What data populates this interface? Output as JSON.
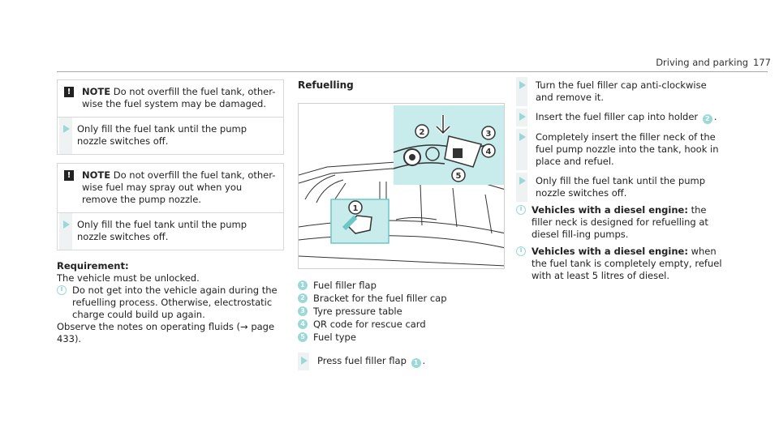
{
  "header": {
    "section": "Driving and parking",
    "page": "177"
  },
  "notes": [
    {
      "label": "NOTE",
      "text": "Do not overfill the fuel tank, other-wise the fuel system may be damaged.",
      "step": "Only fill the fuel tank until the pump nozzle switches off."
    },
    {
      "label": "NOTE",
      "text": "Do not overfill the fuel tank, other-wise fuel may spray out when you remove the pump nozzle.",
      "step": "Only fill the fuel tank until the pump nozzle switches off."
    }
  ],
  "requirement": {
    "heading": "Requirement:",
    "line": "The vehicle must be unlocked.",
    "info": "Do not get into the vehicle again during the refuelling process. Otherwise, electrostatic charge could build up again.",
    "observe": "Observe the notes on operating fluids (→ page 433)."
  },
  "refuelling": {
    "title": "Refuelling",
    "legend": [
      {
        "n": "1",
        "text": "Fuel filler flap"
      },
      {
        "n": "2",
        "text": "Bracket for the fuel filler cap"
      },
      {
        "n": "3",
        "text": "Tyre pressure table"
      },
      {
        "n": "4",
        "text": "QR code for rescue card"
      },
      {
        "n": "5",
        "text": "Fuel type"
      }
    ],
    "press_step": "Press fuel filler flap",
    "press_ref": "1",
    "press_end": "."
  },
  "steps": [
    {
      "text": "Turn the fuel filler cap anti-clockwise and remove it."
    },
    {
      "text": "Insert the fuel filler cap into holder",
      "ref": "2",
      "end": "."
    },
    {
      "text": "Completely insert the filler neck of the fuel pump nozzle into the tank, hook in place and refuel."
    },
    {
      "text": "Only fill the fuel tank until the pump nozzle switches off."
    }
  ],
  "infos": [
    {
      "bold": "Vehicles with a diesel engine:",
      "text": "the filler neck is designed for refuelling at diesel fill-ing pumps."
    },
    {
      "bold": "Vehicles with a diesel engine:",
      "text": "when the fuel tank is completely empty, refuel with at least 5 litres of diesel."
    }
  ],
  "colors": {
    "accent": "#9bd8d8",
    "inset_bg": "#c8ecec"
  }
}
